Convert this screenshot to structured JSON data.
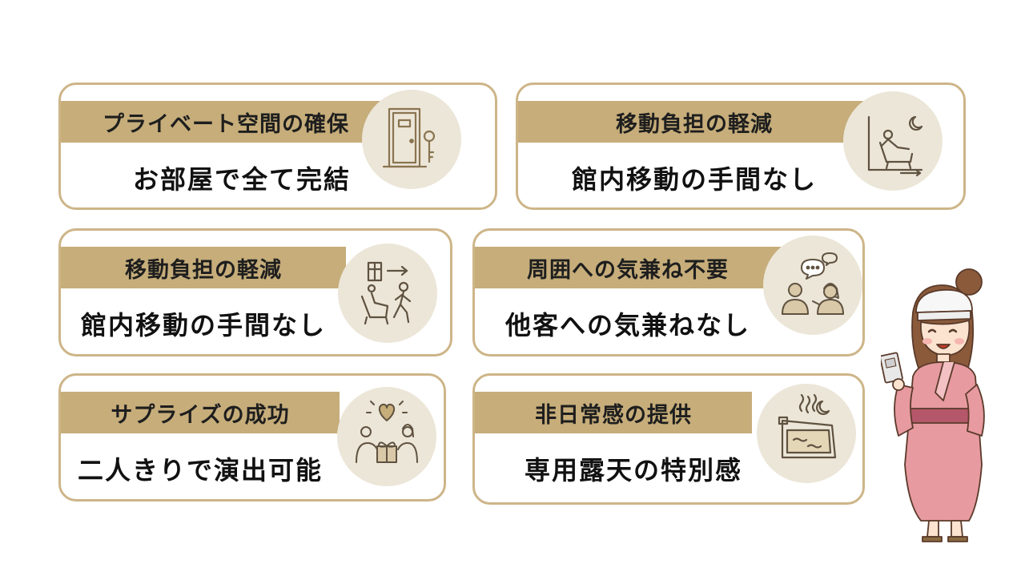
{
  "cards": [
    {
      "title": "プライベート空間の確保",
      "subtitle": "お部屋で全て完結",
      "icon": "door-key-icon"
    },
    {
      "title": "移動負担の軽減",
      "subtitle": "館内移動の手間なし",
      "icon": "reclining-chair-moon-icon"
    },
    {
      "title": "移動負担の軽減",
      "subtitle": "館内移動の手間なし",
      "icon": "chair-walking-person-icon"
    },
    {
      "title": "周囲への気兼ね不要",
      "subtitle": "他客への気兼ねなし",
      "icon": "conversation-people-icon"
    },
    {
      "title": "サプライズの成功",
      "subtitle": "二人きりで演出可能",
      "icon": "gift-heart-couple-icon"
    },
    {
      "title": "非日常感の提供",
      "subtitle": "専用露天の特別感",
      "icon": "open-air-bath-moon-icon"
    }
  ],
  "colors": {
    "accent": "#c6ad7a",
    "border": "#cdb588",
    "icon_bg": "#ece6d8",
    "line": "#8a7450"
  }
}
